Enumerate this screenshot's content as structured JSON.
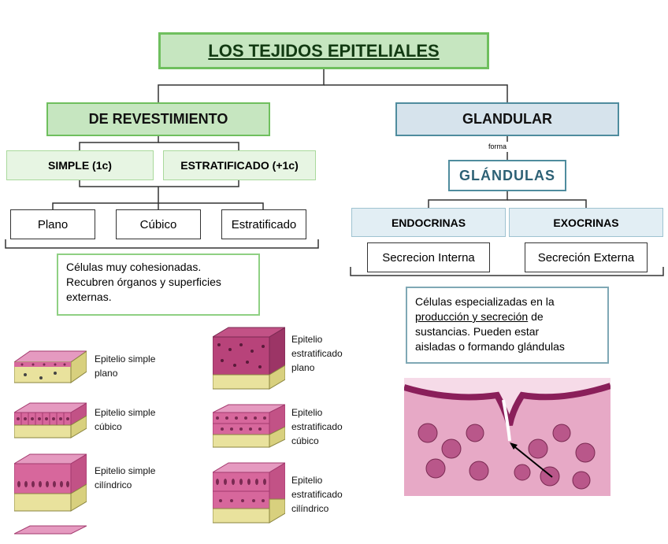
{
  "title": "LOS TEJIDOS EPITELIALES",
  "revestimiento": {
    "label": "DE REVESTIMIENTO",
    "simple": "SIMPLE (1c)",
    "estratificado": "ESTRATIFICADO (+1c)",
    "shapes": [
      "Plano",
      "Cúbico",
      "Estratificado"
    ],
    "note_lines": [
      "Células muy cohesionadas.",
      "Recubren órganos y superficies",
      "externas."
    ]
  },
  "glandular": {
    "label": "GLANDULAR",
    "connector": "forma",
    "glandulas": "GLÁNDULAS",
    "endocrinas": "ENDOCRINAS",
    "exocrinas": "EXOCRINAS",
    "secrecion_interna": "Secrecion Interna",
    "secrecion_externa": "Secreción Externa",
    "note": {
      "line1": "Células especializadas en la",
      "underlined": "producción y secreción",
      "line2_rest": " de",
      "line3": "sustancias. Pueden estar",
      "line4": "aisladas o formando glándulas"
    }
  },
  "tissue_labels": {
    "simple_plano": [
      "Epitelio simple",
      "plano"
    ],
    "simple_cubico": [
      "Epitelio simple",
      "cúbico"
    ],
    "simple_cilindrico": [
      "Epitelio simple",
      "cilíndrico"
    ],
    "estr_plano": [
      "Epitelio",
      "estratificado",
      "plano"
    ],
    "estr_cubico": [
      "Epitelio",
      "estratificado",
      "cúbico"
    ],
    "estr_cilindrico": [
      "Epitelio",
      "estratificado",
      "cilíndrico"
    ]
  },
  "colors": {
    "green_fill": "#c6e6c0",
    "green_border": "#6fbf5e",
    "blue_fill": "#d6e3ec",
    "blue_border": "#4f8c9e",
    "tissue_pink": "#d7679c",
    "tissue_base": "#e9e29d"
  }
}
